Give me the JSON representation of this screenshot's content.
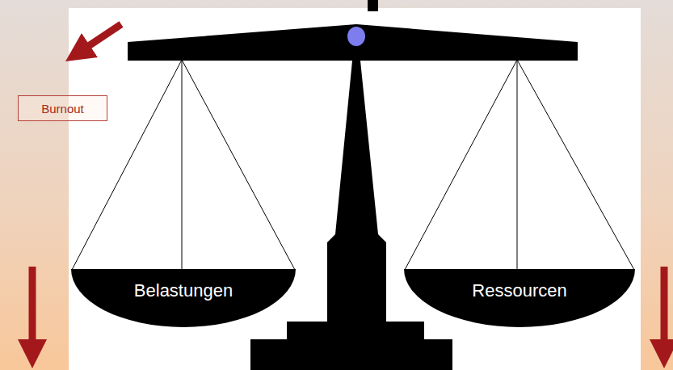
{
  "diagram": {
    "nodes": [
      {
        "text": [
          "Burnout"
        ]
      },
      {
        "text": [
          "Belastungen"
        ]
      },
      {
        "text": [
          "Ressourcen"
        ]
      }
    ]
  }
}
